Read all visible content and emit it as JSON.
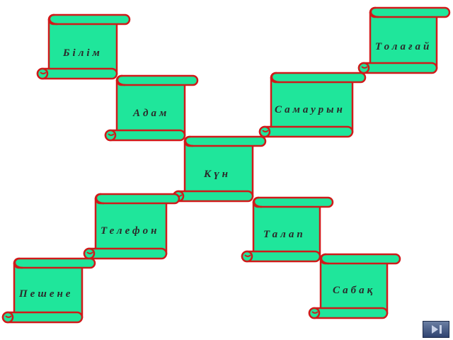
{
  "scrolls": [
    {
      "id": "tolagai",
      "label": "Толағай"
    },
    {
      "id": "bilim",
      "label": "Білім"
    },
    {
      "id": "samauryn",
      "label": "Самаурын"
    },
    {
      "id": "adam",
      "label": "Адам"
    },
    {
      "id": "kun",
      "label": "Күн"
    },
    {
      "id": "telefon",
      "label": "Телефон"
    },
    {
      "id": "talap",
      "label": "Талап"
    },
    {
      "id": "sabak",
      "label": "Сабақ"
    },
    {
      "id": "peshene",
      "label": "Пешене"
    }
  ],
  "colors": {
    "fill": "#1fe69b",
    "stroke": "#d01a1a",
    "text": "#2a2a2a"
  }
}
